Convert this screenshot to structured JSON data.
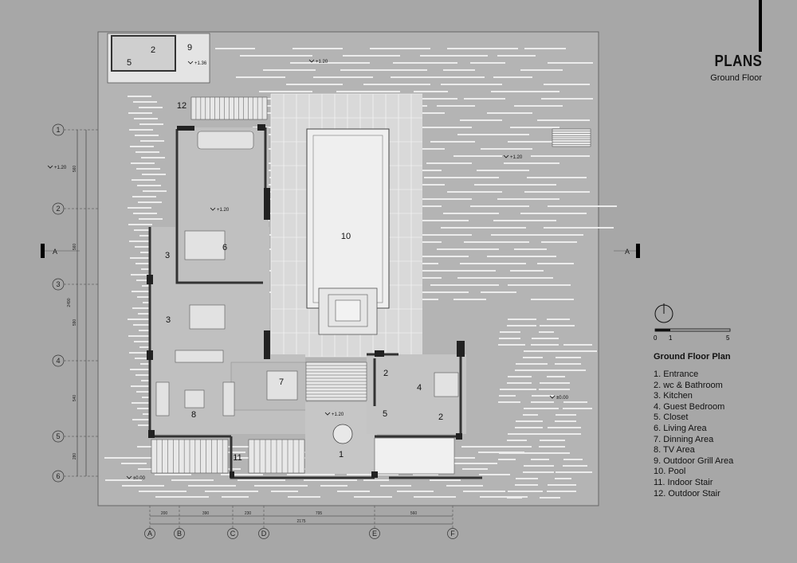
{
  "title": {
    "main": "PLANS",
    "sub": "Ground Floor"
  },
  "legend": {
    "heading": "Ground Floor Plan",
    "items": [
      "1. Entrance",
      "2. wc & Bathroom",
      "3. Kitchen",
      "4. Guest Bedroom",
      "5. Closet",
      "6. Living Area",
      "7. Dinning Area",
      "8. TV Area",
      "9. Outdoor Grill Area",
      "10. Pool",
      "11. Indoor Stair",
      "12. Outdoor Stair"
    ]
  },
  "scale_bar": {
    "labels": [
      "0",
      "1",
      "5"
    ]
  },
  "section_marks": {
    "left": "A",
    "right": "A"
  },
  "grid_rows": [
    "1",
    "2",
    "3",
    "4",
    "5",
    "6"
  ],
  "grid_cols": [
    "A",
    "B",
    "C",
    "D",
    "E",
    "F"
  ],
  "row_dims": [
    "560",
    "560",
    "590",
    "540",
    "280"
  ],
  "row_total": "2490",
  "col_dims": [
    "200",
    "390",
    "230",
    "795",
    "560"
  ],
  "col_total": "2175",
  "levels": [
    "+1.20",
    "+1.20",
    "+1.20",
    "+1.20",
    "±0.00",
    "+1.20",
    "±0.00",
    "+1.36"
  ],
  "rooms": [
    "1",
    "2",
    "2",
    "2",
    "3",
    "3",
    "4",
    "5",
    "5",
    "6",
    "7",
    "8",
    "9",
    "10",
    "11",
    "12"
  ],
  "colors": {
    "background": "#a7a7a7",
    "floor": "#bdbdbd",
    "pool": "#ececec",
    "wall": "#3a3a3a",
    "line": "#ffffff"
  }
}
